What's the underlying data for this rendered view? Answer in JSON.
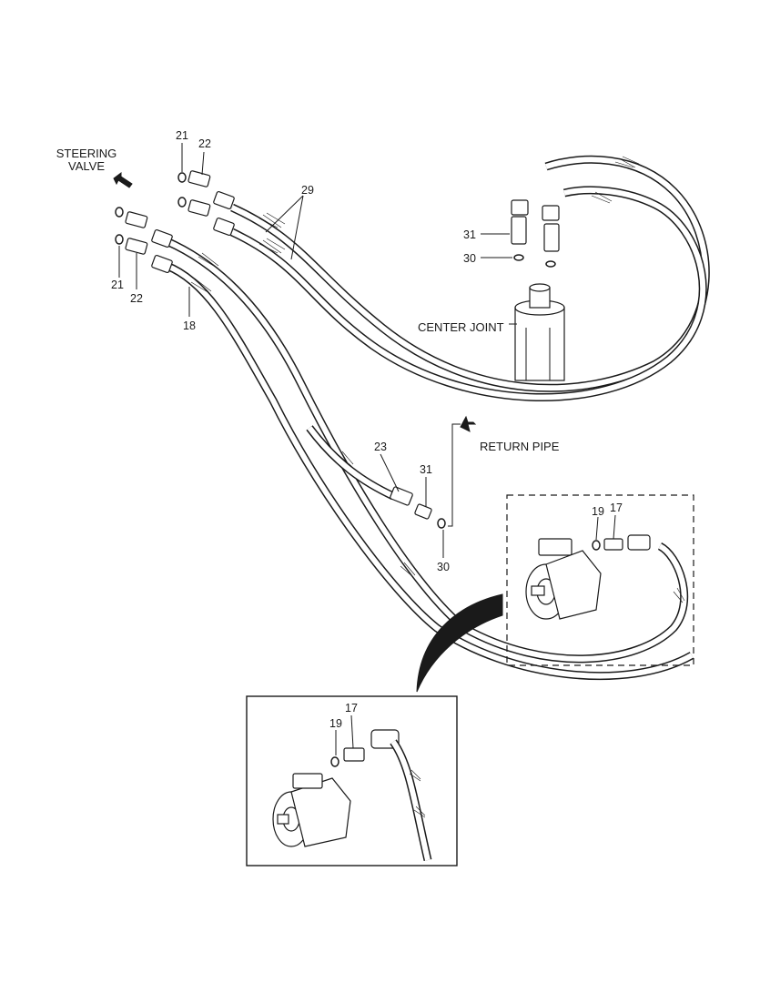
{
  "labels": {
    "steering_valve_line1": "STEERING",
    "steering_valve_line2": "VALVE",
    "center_joint": "CENTER JOINT",
    "return_pipe": "RETURN PIPE"
  },
  "callouts": {
    "c21_top": "21",
    "c22_top": "22",
    "c29": "29",
    "c21_bottom": "21",
    "c22_bottom": "22",
    "c18": "18",
    "c31_top": "31",
    "c30_top": "30",
    "c23": "23",
    "c31_mid": "31",
    "c30_mid": "30",
    "c19_box": "19",
    "c17_box": "17",
    "c17_inset": "17",
    "c19_inset": "19"
  }
}
